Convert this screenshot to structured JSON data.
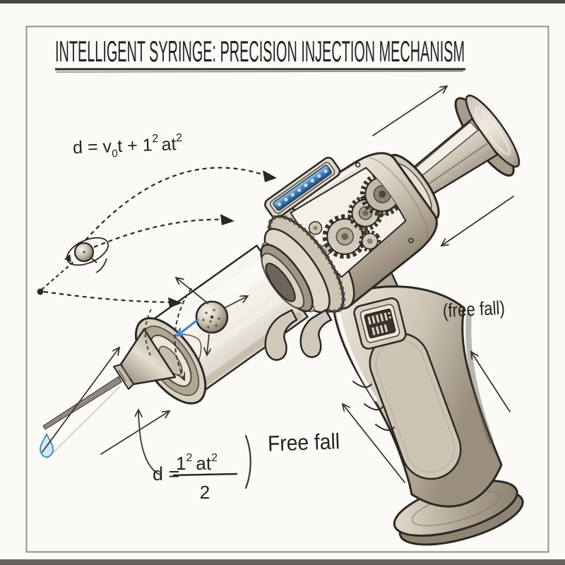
{
  "title": {
    "text": "INTELLIGENT SYRINGE: PRECISION INJECTION MECHANISM"
  },
  "formulas": {
    "projectile": {
      "lead": "d = v",
      "sub0": "0",
      "mid": "t + 1",
      "sup1": "2",
      "at": "at",
      "sup2": "2"
    },
    "freefall": {
      "lead": "d =",
      "num_coef": "1",
      "num_sup": "2",
      "num_at": "at",
      "num_at_sup": "2",
      "denominator": "2"
    }
  },
  "labels": {
    "free_fall_note": "(free fall)",
    "free_fall": "Free fall"
  },
  "colors": {
    "ink": "#2b2824",
    "accent_blue": "#3f87c8",
    "display_blue": "#3c76ad",
    "droplet_fill": "#d3e9f8",
    "droplet_stroke": "#4a90c4",
    "metal_light": "#e9e3d7",
    "metal_mid": "#c6bcac",
    "metal_dark": "#8f8374",
    "paper": "#fbfaf7"
  }
}
